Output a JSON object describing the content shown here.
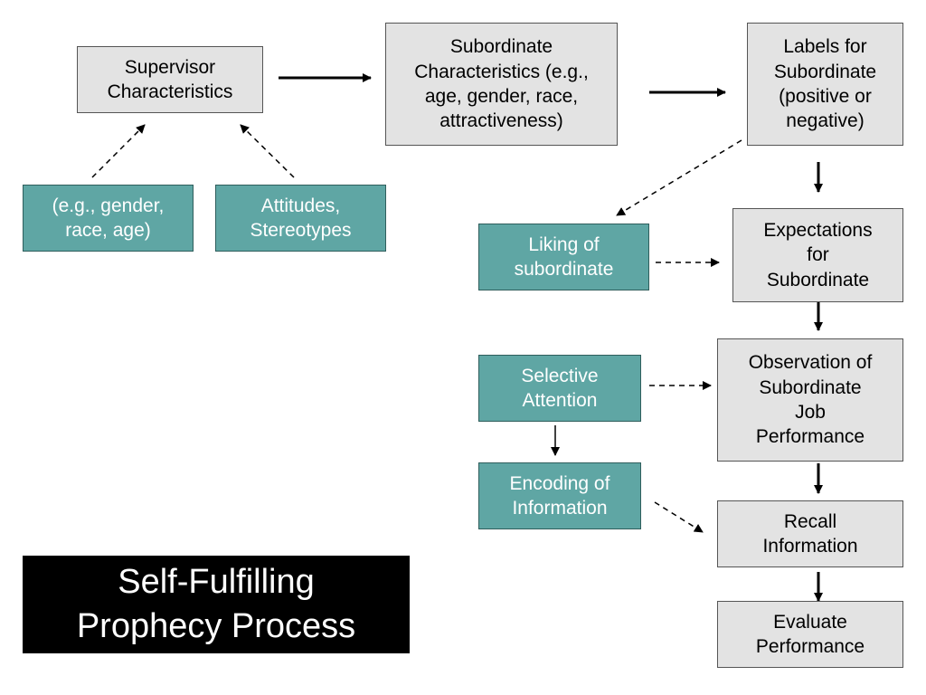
{
  "title": "Self-Fulfilling\nProphecy Process",
  "nodes": {
    "supervisor": "Supervisor\nCharacteristics",
    "demographics": "(e.g.,  gender,\nrace, age)",
    "attitudes": "Attitudes,\nStereotypes",
    "subordinate": "Subordinate\nCharacteristics (e.g.,\nage, gender, race,\nattractiveness)",
    "labels": "Labels for\nSubordinate\n(positive or\nnegative)",
    "liking": "Liking of\nsubordinate",
    "expectations": "Expectations\nfor\nSubordinate",
    "selective": "Selective\nAttention",
    "observation": "Observation of\nSubordinate\nJob\nPerformance",
    "encoding": "Encoding of\nInformation",
    "recall": "Recall\nInformation",
    "evaluate": "Evaluate\nPerformance"
  },
  "colors": {
    "box_fill": "#e3e3e3",
    "accent_fill": "#5fa6a4",
    "title_fill": "#000000"
  }
}
